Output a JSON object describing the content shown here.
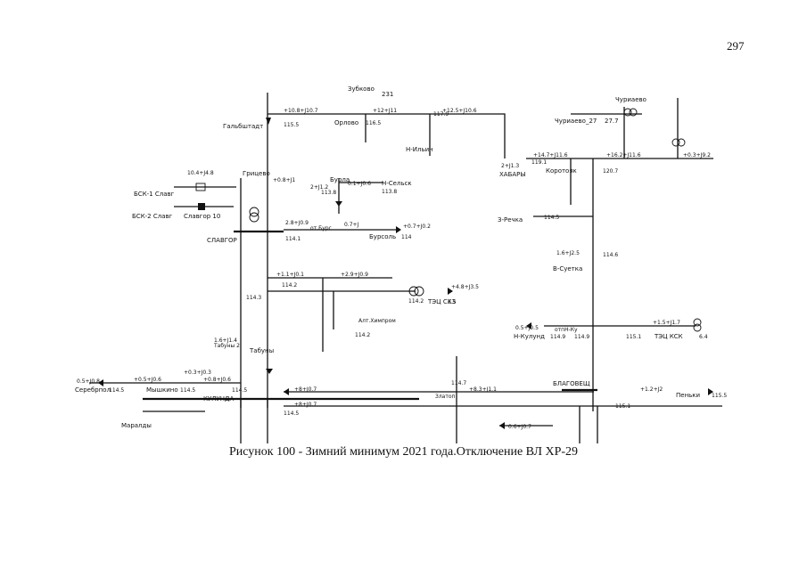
{
  "page": {
    "number": "297"
  },
  "caption": "Рисунок 100 - Зимний минимум 2021 года.Отключение ВЛ ХР-29",
  "nodes": [
    {
      "label": "Гальбштадт"
    },
    {
      "label": "Зубково",
      "value": "231"
    },
    {
      "label": "Орлово"
    },
    {
      "label": "Н-Ильин"
    },
    {
      "label": "Чуриаево"
    },
    {
      "label": "Чуриаево_27",
      "value": "27.7"
    },
    {
      "label": "ХАБАРЫ",
      "value": "119.1"
    },
    {
      "label": "Коротояк",
      "value": "120.7"
    },
    {
      "label": "Грицево"
    },
    {
      "label": "Бурла"
    },
    {
      "label": "Н-Сельск",
      "value": "113.8"
    },
    {
      "label": "БСК-1 Славг"
    },
    {
      "label": "БСК-2 Славг"
    },
    {
      "label": "Славгор 10"
    },
    {
      "label": "СЛАВГОР"
    },
    {
      "label": "от.Бурс"
    },
    {
      "label": "Бурсоль",
      "value": "114"
    },
    {
      "label": "З-Речка"
    },
    {
      "label": "В-Суетка",
      "value": "114.6"
    },
    {
      "label": "ТЭЦ СХЗ",
      "value": "6.5"
    },
    {
      "label": "Алт.Химпром",
      "value": "114.2"
    },
    {
      "label": "Н-Кулунд",
      "value": "114.9"
    },
    {
      "label": "отпН-Ку",
      "value": "114.9"
    },
    {
      "label": "ТЭЦ КСК",
      "value": "6.4"
    },
    {
      "label": "Табуны"
    },
    {
      "label": "Табуны 2"
    },
    {
      "label": "Серебрпол",
      "value": "114.5"
    },
    {
      "label": "Мышкино",
      "value": "114.5"
    },
    {
      "label": "КУЛУНДА"
    },
    {
      "label": "БЛАГОВЕЩ"
    },
    {
      "label": "Златоп"
    },
    {
      "label": "Пеньки",
      "value": "115.5"
    },
    {
      "label": "Маралды"
    }
  ],
  "bus_values": [
    "115.5",
    "116.5",
    "117.9",
    "113.8",
    "114.1",
    "114.2",
    "114.2",
    "114.3",
    "114.5",
    "114.5",
    "115.1",
    "114.5",
    "114.7",
    "115.1"
  ],
  "flows": [
    "+10.8+J10.7",
    "+12+J11",
    "+12.5+J10.6",
    "+14.7+J11.6",
    "+16.2+J11.6",
    "+0.3+J9.2",
    "+0.8+J1",
    "0.1+J0.6",
    "0.7+J",
    "+0.7+J0.2",
    "+1.1+J0.1",
    "+2.9+J0.9",
    "+4.8+J3.5",
    "+0.5+J0.6",
    "+0.3+J0.3",
    "+0.8+J0.6",
    "0.5+J0.8",
    "+8+J0.7",
    "+8.3+J1.1",
    "+1.2+J2",
    "10.4+J4.8",
    "2+J1.2",
    "2+J1.3",
    "2.8+J0.9",
    "1.6+J1.4",
    "1.6+J2.5",
    "0.6+J0.7",
    "+1.5+J1.7",
    "0.5+J0.5",
    "+8+J0.7"
  ]
}
